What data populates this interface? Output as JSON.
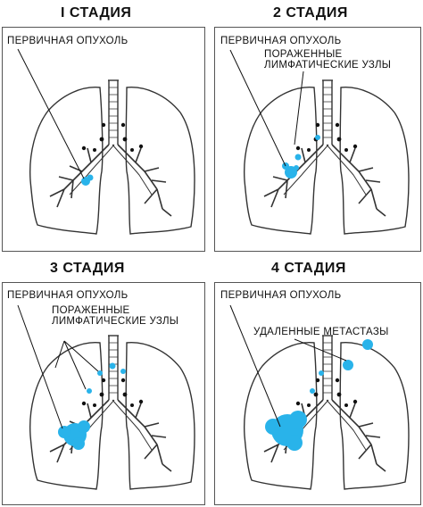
{
  "stages": [
    {
      "title": "I СТАДИЯ",
      "labels": [
        "ПЕРВИЧНАЯ ОПУХОЛЬ"
      ]
    },
    {
      "title": "2 СТАДИЯ",
      "labels": [
        "ПЕРВИЧНАЯ ОПУХОЛЬ",
        "ПОРАЖЕННЫЕ",
        "ЛИМФАТИЧЕСКИЕ УЗЛЫ"
      ]
    },
    {
      "title": "3 СТАДИЯ",
      "labels": [
        "ПЕРВИЧНАЯ ОПУХОЛЬ",
        "ПОРАЖЕННЫЕ",
        "ЛИМФАТИЧЕСКИЕ УЗЛЫ"
      ]
    },
    {
      "title": "4 СТАДИЯ",
      "labels": [
        "ПЕРВИЧНАЯ ОПУХОЛЬ",
        "УДАЛЕННЫЕ МЕТАСТАЗЫ"
      ]
    }
  ],
  "colors": {
    "tumor": "#29b3ea",
    "outline": "#333333",
    "node": "#111111"
  }
}
